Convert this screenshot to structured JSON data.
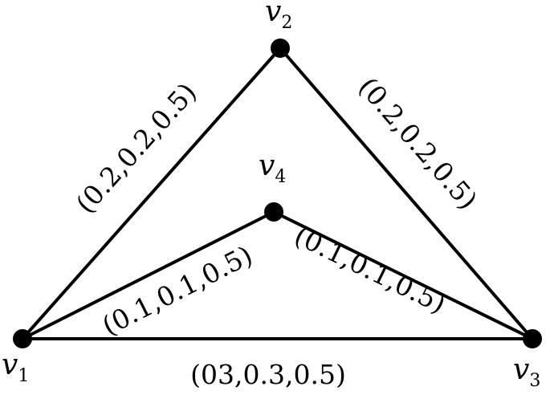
{
  "graph": {
    "vertices": [
      {
        "id": "v1",
        "name": "v",
        "sub": "1"
      },
      {
        "id": "v2",
        "name": "v",
        "sub": "2"
      },
      {
        "id": "v3",
        "name": "v",
        "sub": "3"
      },
      {
        "id": "v4",
        "name": "v",
        "sub": "4"
      }
    ],
    "edges": [
      {
        "from": "v1",
        "to": "v2",
        "label": "(0.2,0.2,0.5)"
      },
      {
        "from": "v2",
        "to": "v3",
        "label": "(0.2,0.2,0.5)"
      },
      {
        "from": "v1",
        "to": "v3",
        "label": "(03,0.3,0.5)"
      },
      {
        "from": "v1",
        "to": "v4",
        "label": "(0.1,0.1,0.5)"
      },
      {
        "from": "v4",
        "to": "v3",
        "label": "(0.1,0.1,0.5)"
      }
    ]
  }
}
